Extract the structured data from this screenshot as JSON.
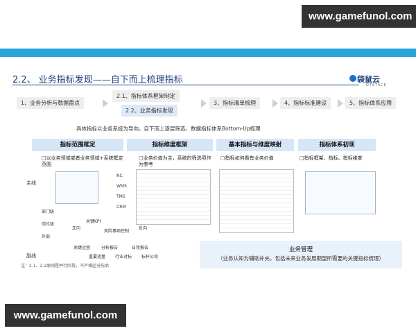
{
  "watermark_top": "www.gamefunol.com",
  "watermark_bottom": "www.gamefunol.com",
  "slide": {
    "title": "2.2、 业务指标发现——自下而上梳理指标",
    "logo": "袋鼠云",
    "logo_sub": "DTSTACK",
    "steps": [
      "1、业务分析与数据盘点",
      "2.1、指标体系框架制定",
      "2.2、业务指标发现",
      "3、指标清单梳理",
      "4、指标标准建设",
      "5、指标体系应用"
    ],
    "subtitle": "具体指标以业务系统为导向，自下而上逐层筛选，数据指标体系Bottom-Up梳理",
    "columns": [
      {
        "header": "指标范围框定",
        "desc": "□以业务领域或者业务领域+系统框定范围"
      },
      {
        "header": "指标维度框架",
        "desc": "□业务价值为主，系统的筛选项作为参考"
      },
      {
        "header": "基本指标与维度映射",
        "desc": "□指标如何看有业务价值"
      },
      {
        "header": "指标体系初现",
        "desc": "□指标框架、指标、指标维度"
      }
    ],
    "systems": [
      "NC",
      "WMS",
      "TMS",
      "CRM"
    ],
    "left_labels": {
      "main_line": "主线",
      "side_line": "副线",
      "levels": [
        "部门级",
        "岗位级",
        "外部"
      ]
    },
    "flow_labels": [
      "关键KPI",
      "正向",
      "负向",
      "风险事项控制",
      "关键运营",
      "分析报告",
      "日常报告",
      "重要适量",
      "行业对标",
      "标杆公司"
    ],
    "management": {
      "title": "业务管理",
      "subtitle": "（业务认知为辅助补充，包括未来业务发展期望所需要的关键指标梳理）"
    },
    "note": "注：2.1、2.2原则是并行阶段，不严格区分先后"
  }
}
